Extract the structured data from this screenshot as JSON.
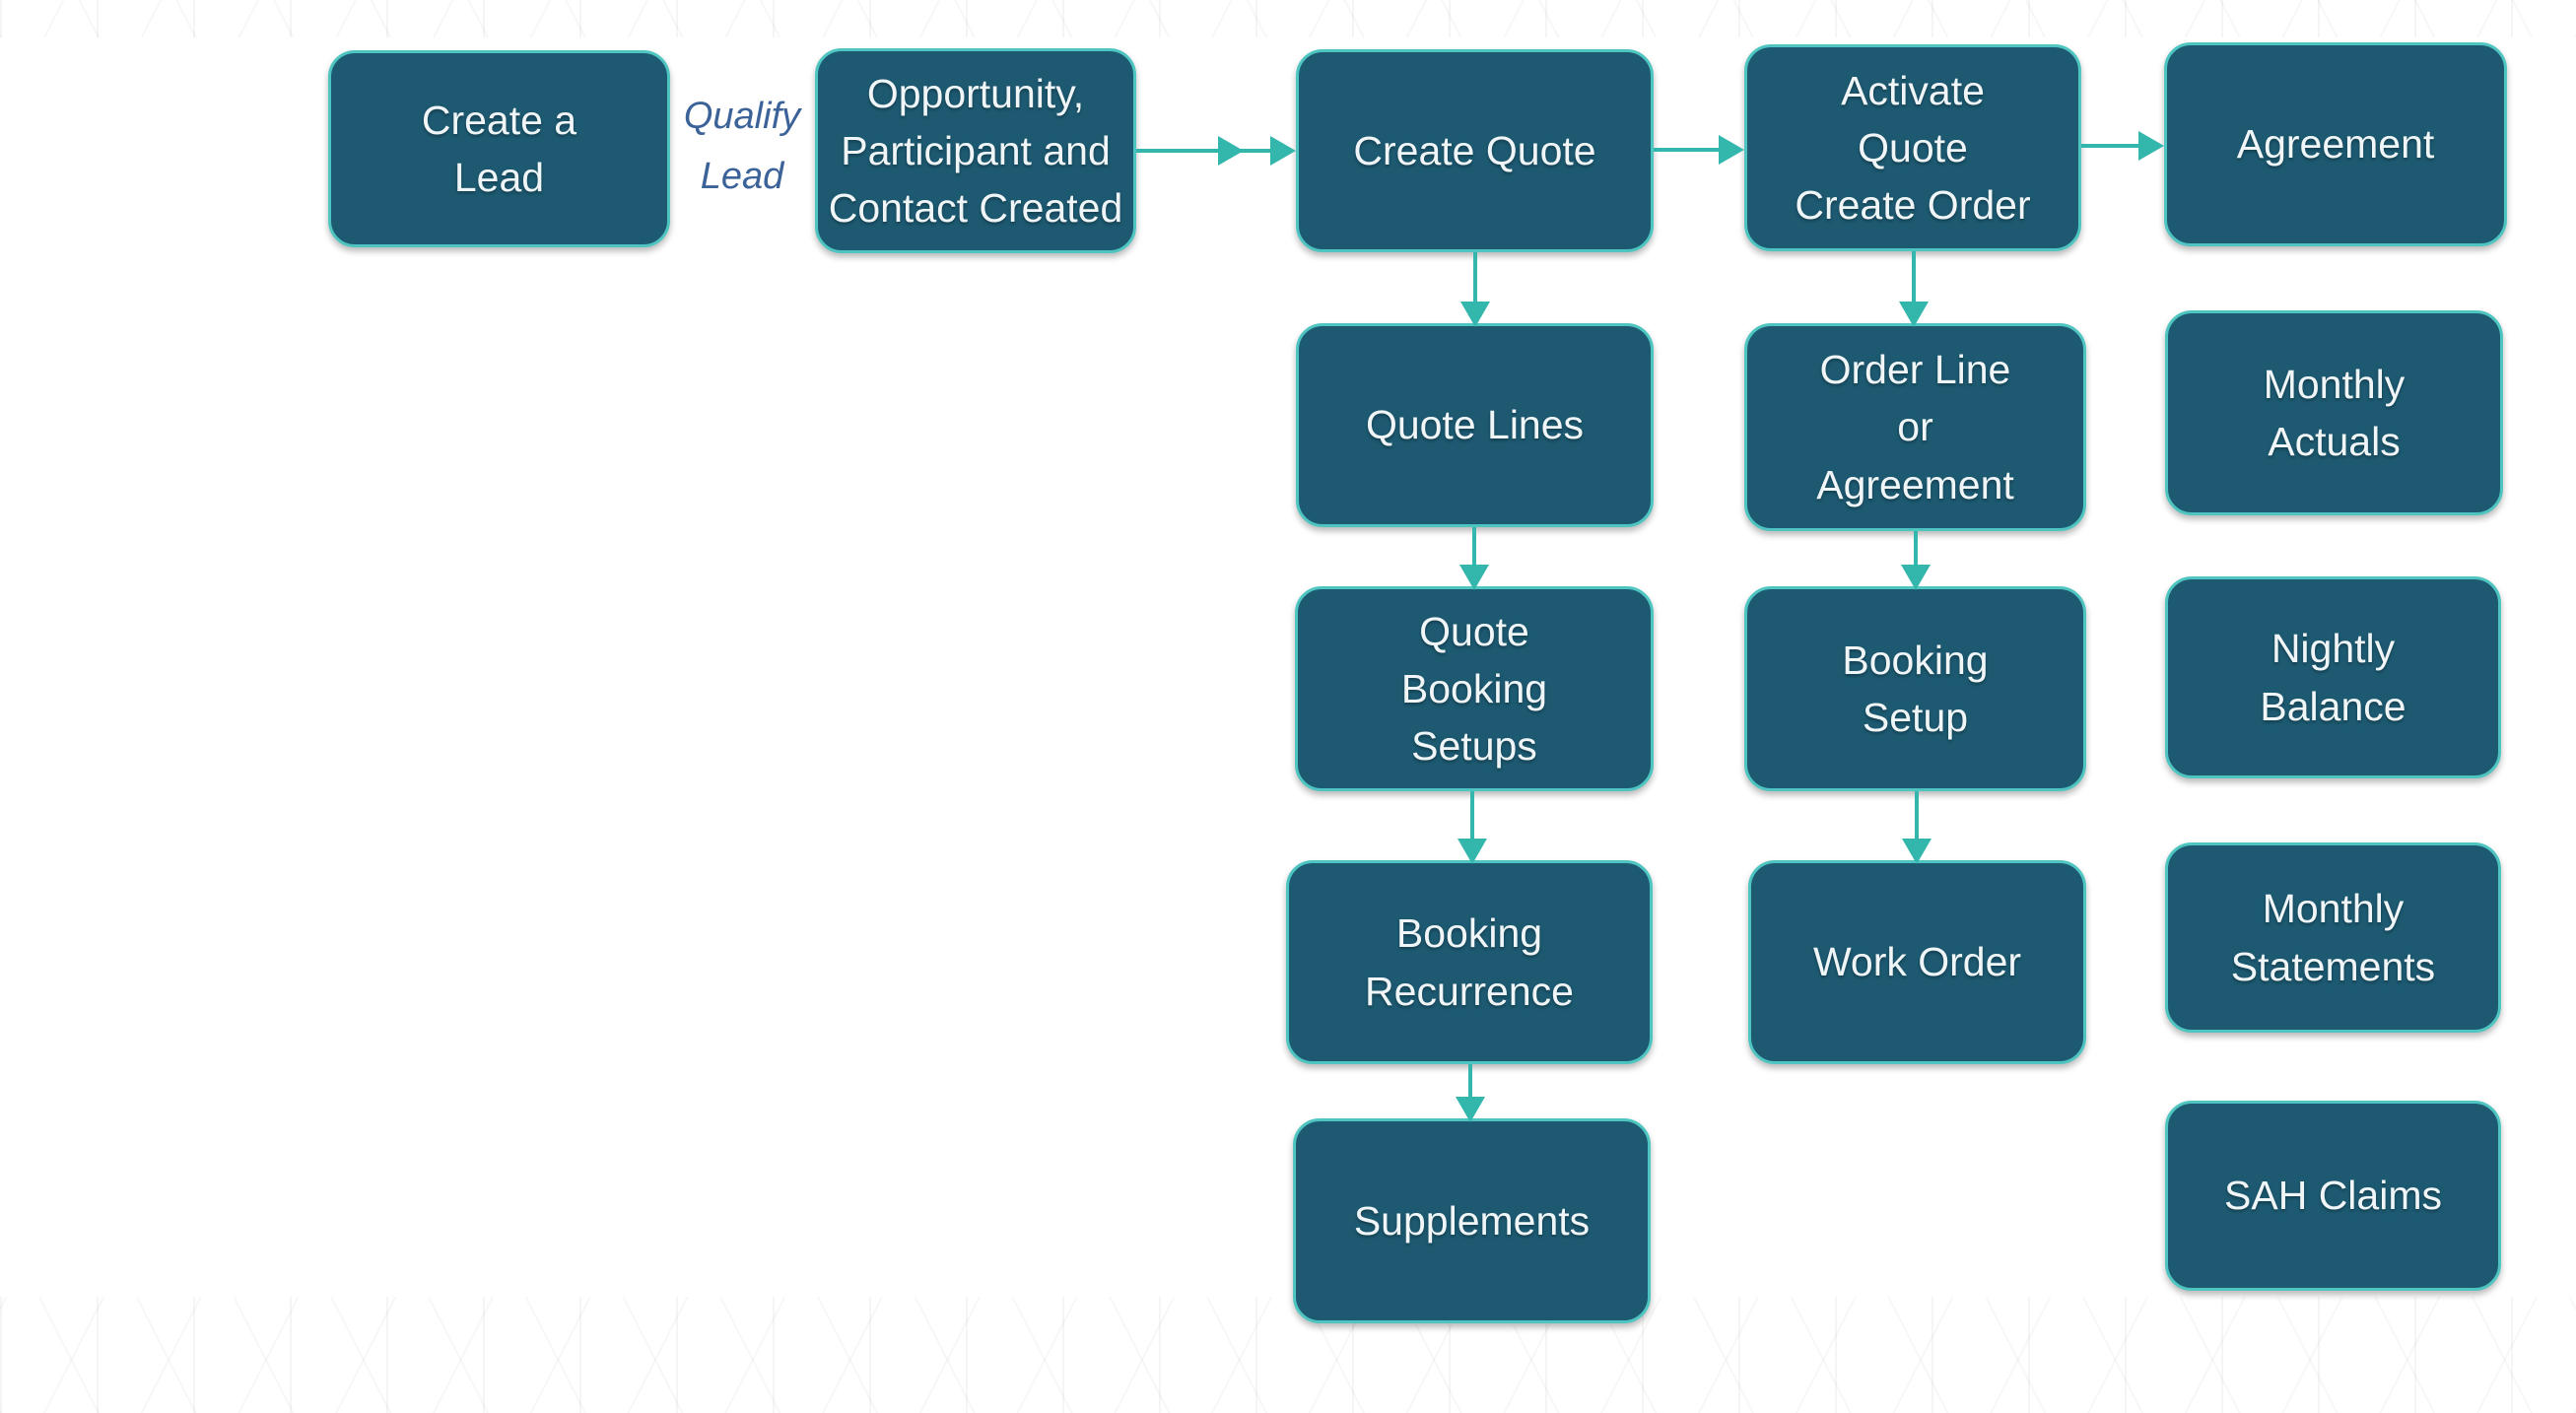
{
  "diagram": {
    "background_color": "#ffffff",
    "node_fill_color": "#1d5a72",
    "node_border_color": "#4ec5c1",
    "node_text_color": "#f0f6f7",
    "arrow_color": "#33b6ac",
    "edge_label_color": "#3c6399",
    "nodes": [
      {
        "id": "create-a-lead",
        "label": "Create a\nLead"
      },
      {
        "id": "opportunity-participant-contact-created",
        "label": "Opportunity,\nParticipant and\nContact Created"
      },
      {
        "id": "create-quote",
        "label": "Create Quote"
      },
      {
        "id": "activate-quote-create-order",
        "label": "Activate\nQuote\nCreate Order"
      },
      {
        "id": "agreement",
        "label": "Agreement"
      },
      {
        "id": "quote-lines",
        "label": "Quote Lines"
      },
      {
        "id": "order-line-or-agreement",
        "label": "Order Line\nor\nAgreement"
      },
      {
        "id": "monthly-actuals",
        "label": "Monthly\nActuals"
      },
      {
        "id": "quote-booking-setups",
        "label": "Quote\nBooking\nSetups"
      },
      {
        "id": "booking-setup",
        "label": "Booking\nSetup"
      },
      {
        "id": "nightly-balance",
        "label": "Nightly\nBalance"
      },
      {
        "id": "booking-recurrence",
        "label": "Booking\nRecurrence"
      },
      {
        "id": "work-order",
        "label": "Work Order"
      },
      {
        "id": "monthly-statements",
        "label": "Monthly\nStatements"
      },
      {
        "id": "supplements",
        "label": "Supplements"
      },
      {
        "id": "sah-claims",
        "label": "SAH Claims"
      }
    ],
    "edge_labels": [
      {
        "id": "qualify-lead",
        "label": "Qualify Lead",
        "between": [
          "create-a-lead",
          "opportunity-participant-contact-created"
        ]
      }
    ],
    "connectors": [
      {
        "from": "opportunity-participant-contact-created",
        "to": "create-quote",
        "direction": "right",
        "double_head": true
      },
      {
        "from": "create-quote",
        "to": "activate-quote-create-order",
        "direction": "right",
        "double_head": false
      },
      {
        "from": "activate-quote-create-order",
        "to": "agreement",
        "direction": "right",
        "double_head": false
      },
      {
        "from": "create-quote",
        "to": "quote-lines",
        "direction": "down",
        "double_head": false
      },
      {
        "from": "quote-lines",
        "to": "quote-booking-setups",
        "direction": "down",
        "double_head": false
      },
      {
        "from": "quote-booking-setups",
        "to": "booking-recurrence",
        "direction": "down",
        "double_head": false
      },
      {
        "from": "booking-recurrence",
        "to": "supplements",
        "direction": "down",
        "double_head": false
      },
      {
        "from": "activate-quote-create-order",
        "to": "order-line-or-agreement",
        "direction": "down",
        "double_head": false
      },
      {
        "from": "order-line-or-agreement",
        "to": "booking-setup",
        "direction": "down",
        "double_head": false
      },
      {
        "from": "booking-setup",
        "to": "work-order",
        "direction": "down",
        "double_head": false
      }
    ]
  }
}
